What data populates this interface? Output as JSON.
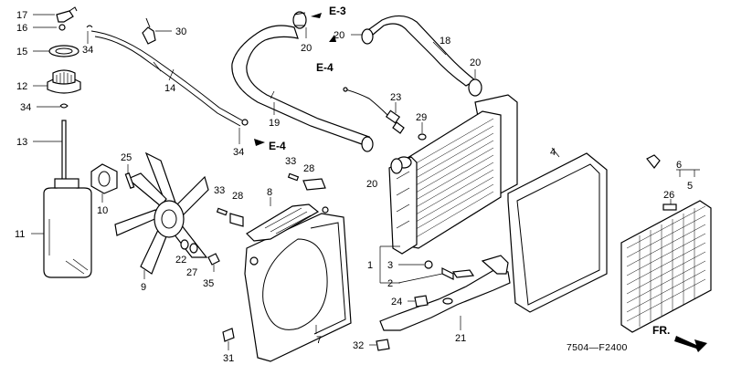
{
  "callouts": [
    {
      "id": "c17",
      "text": "17"
    },
    {
      "id": "c16",
      "text": "16"
    },
    {
      "id": "c15",
      "text": "15"
    },
    {
      "id": "c34a",
      "text": "34"
    },
    {
      "id": "c12",
      "text": "12"
    },
    {
      "id": "c34b",
      "text": "34"
    },
    {
      "id": "c13",
      "text": "13"
    },
    {
      "id": "c11",
      "text": "11"
    },
    {
      "id": "c14",
      "text": "14"
    },
    {
      "id": "c30",
      "text": "30"
    },
    {
      "id": "c34c",
      "text": "34"
    },
    {
      "id": "c19",
      "text": "19"
    },
    {
      "id": "c20a",
      "text": "20"
    },
    {
      "id": "c20b",
      "text": "20"
    },
    {
      "id": "c18",
      "text": "18"
    },
    {
      "id": "c20c",
      "text": "20"
    },
    {
      "id": "c23",
      "text": "23"
    },
    {
      "id": "c29",
      "text": "29"
    },
    {
      "id": "c20d",
      "text": "20"
    },
    {
      "id": "c25",
      "text": "25"
    },
    {
      "id": "c10",
      "text": "10"
    },
    {
      "id": "c9",
      "text": "9"
    },
    {
      "id": "c22",
      "text": "22"
    },
    {
      "id": "c27",
      "text": "27"
    },
    {
      "id": "c35",
      "text": "35"
    },
    {
      "id": "c33a",
      "text": "33"
    },
    {
      "id": "c28a",
      "text": "28"
    },
    {
      "id": "c8",
      "text": "8"
    },
    {
      "id": "c33b",
      "text": "33"
    },
    {
      "id": "c28b",
      "text": "28"
    },
    {
      "id": "c7",
      "text": "7"
    },
    {
      "id": "c31",
      "text": "31"
    },
    {
      "id": "c4",
      "text": "4"
    },
    {
      "id": "c1",
      "text": "1"
    },
    {
      "id": "c3",
      "text": "3"
    },
    {
      "id": "c2",
      "text": "2"
    },
    {
      "id": "c24",
      "text": "24"
    },
    {
      "id": "c21",
      "text": "21"
    },
    {
      "id": "c32",
      "text": "32"
    },
    {
      "id": "c6",
      "text": "6"
    },
    {
      "id": "c26",
      "text": "26"
    },
    {
      "id": "c5",
      "text": "5"
    }
  ],
  "section_refs": [
    {
      "id": "r1",
      "text": "E-3"
    },
    {
      "id": "r2",
      "text": "E-4"
    },
    {
      "id": "r3",
      "text": "E-4"
    }
  ],
  "direction_label": "FR.",
  "diagram_code": "7504—F2400"
}
